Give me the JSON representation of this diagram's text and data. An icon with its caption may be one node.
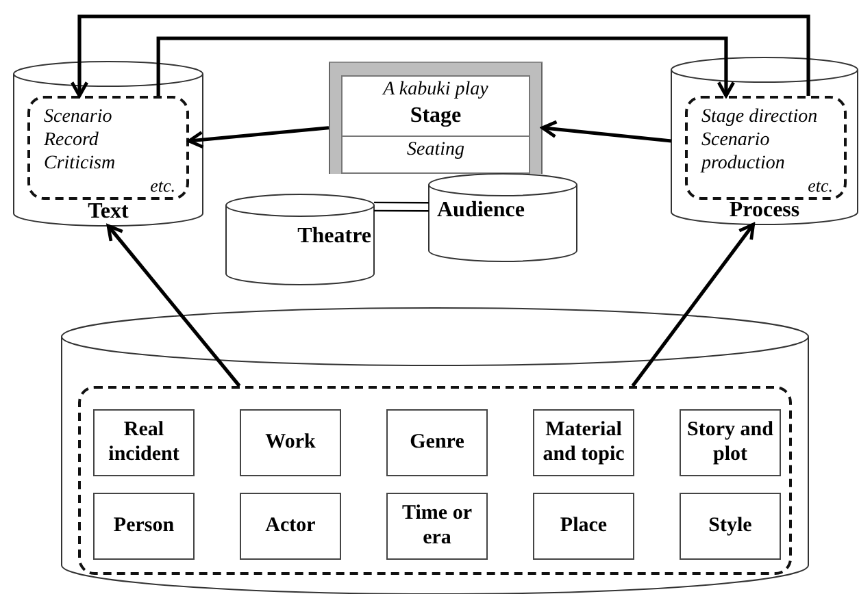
{
  "diagram": {
    "nodes": [
      {
        "text": [
          "Text"
        ]
      },
      {
        "text": [
          "Scenario",
          "Record",
          "Criticism",
          "etc."
        ],
        "in": 0
      },
      {
        "text": [
          "A kabuki play",
          "Stage",
          "Seating"
        ]
      },
      {
        "text": [
          "Theatre"
        ]
      },
      {
        "text": [
          "Audience"
        ]
      },
      {
        "text": [
          "Process"
        ]
      },
      {
        "text": [
          "Stage direction",
          "Scenario production",
          "etc."
        ],
        "in": 5
      },
      {
        "text": [],
        "shape": "cylinder"
      },
      {
        "text": [],
        "shape": "box",
        "in": 7
      },
      {
        "text": [
          "Real incident"
        ],
        "in": 8
      },
      {
        "text": [
          "Work"
        ],
        "in": 8
      },
      {
        "text": [
          "Genre"
        ],
        "in": 8
      },
      {
        "text": [
          "Material and topic"
        ],
        "in": 8
      },
      {
        "text": [
          "Story and plot"
        ],
        "in": 8
      },
      {
        "text": [
          "Person"
        ],
        "in": 8
      },
      {
        "text": [
          "Actor"
        ],
        "in": 8
      },
      {
        "text": [
          "Time or era"
        ],
        "in": 8
      },
      {
        "text": [
          "Place"
        ],
        "in": 8
      },
      {
        "text": [
          "Style"
        ],
        "in": 8
      }
    ],
    "edges": [
      {
        "from": 8,
        "to": 0,
        "arrow": "to"
      },
      {
        "from": 8,
        "to": 5,
        "arrow": "to"
      },
      {
        "from": 2,
        "to": 1,
        "arrow": "to"
      },
      {
        "from": 5,
        "to": 2,
        "arrow": "to"
      },
      {
        "from": 6,
        "to": 1,
        "arrow": "to"
      },
      {
        "from": 1,
        "to": 6,
        "arrow": "to"
      },
      {
        "from": 3,
        "to": 4,
        "arrow": "none"
      }
    ]
  }
}
